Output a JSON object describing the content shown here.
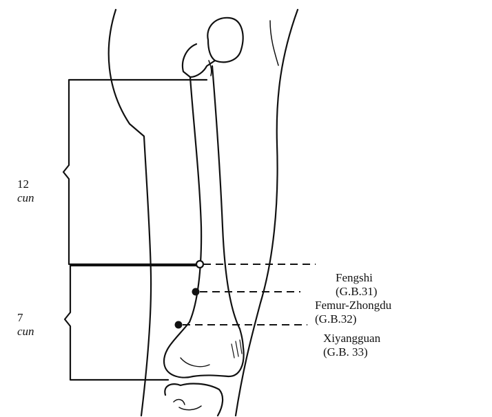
{
  "diagram": {
    "measurements": [
      {
        "number": "12",
        "unit": "cun"
      },
      {
        "number": "7",
        "unit": "cun"
      }
    ],
    "points": [
      {
        "name": "Fengshi",
        "code": "(G.B.31)",
        "marker": "open-circle"
      },
      {
        "name": "Femur-Zhongdu",
        "code": "(G.B.32)",
        "marker": "filled-circle"
      },
      {
        "name": "Xiyangguan",
        "code": "(G.B. 33)",
        "marker": "filled-circle"
      }
    ]
  },
  "colors": {
    "ink": "#111111",
    "paper": "#ffffff"
  }
}
